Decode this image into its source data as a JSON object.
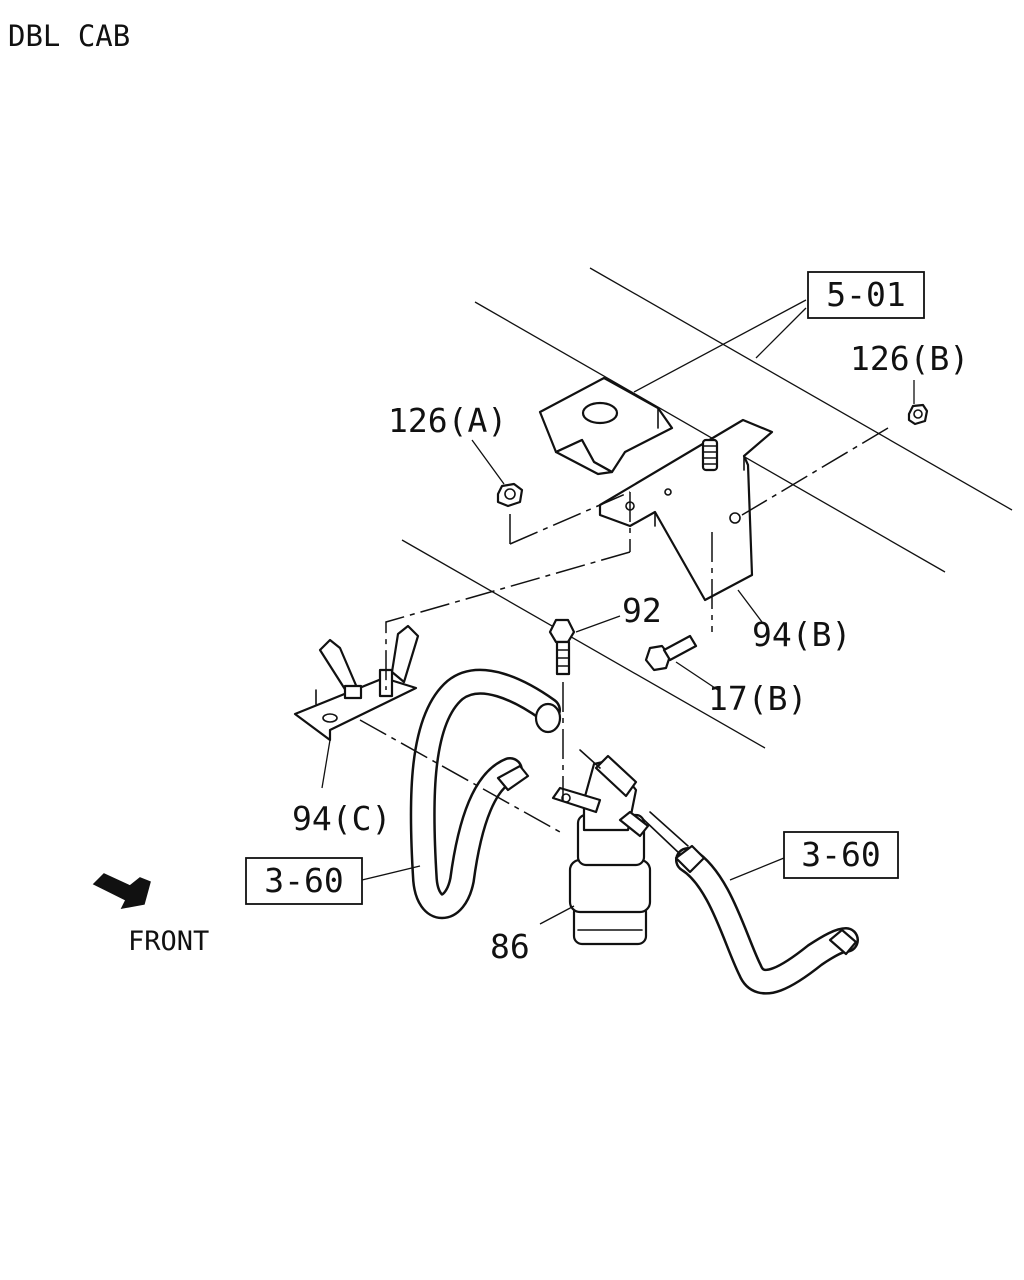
{
  "header": {
    "variant": "DBL CAB"
  },
  "labels": {
    "ref_5_01": "5-01",
    "nut_126b": "126(B)",
    "nut_126a": "126(A)",
    "bolt_92": "92",
    "bracket_94b": "94(B)",
    "bolt_17b": "17(B)",
    "bracket_94c": "94(C)",
    "ref_3_60_left": "3-60",
    "ref_3_60_right": "3-60",
    "canister_86": "86",
    "front": "FRONT"
  },
  "icons": {
    "front_arrow": "front-arrow-icon"
  }
}
